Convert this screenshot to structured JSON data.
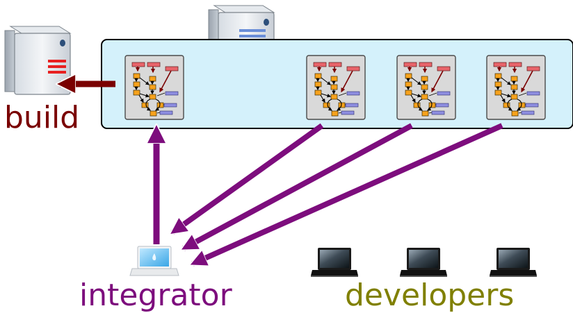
{
  "labels": {
    "build": "build",
    "integrator": "integrator",
    "developers": "developers"
  },
  "colors": {
    "repo_panel_fill": "#d4f1fb",
    "arrow_purple": "#7d0d7d",
    "arrow_darkred": "#7a0000",
    "build_label": "#7a0000",
    "integrator_label": "#7d0d7d",
    "developers_label": "#808000",
    "graph_box_fill": "#d9d9d9",
    "graph_node_orange": "#f7a21c",
    "graph_node_red": "#e8646a",
    "graph_node_blue": "#8e8ee0"
  },
  "icons": {
    "build_server": "server-tower-icon",
    "shared_server": "server-tower-icon",
    "integrator": "laptop-icon",
    "developers": "laptop-icon",
    "repository": "commit-graph-icon"
  }
}
